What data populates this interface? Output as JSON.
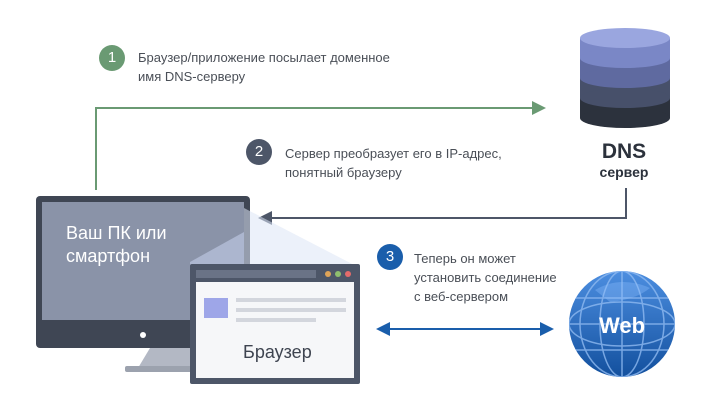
{
  "steps": [
    {
      "number": "1",
      "text": "Браузер/приложение посылает доменное\nимя DNS-серверу",
      "color": "#6a9a73"
    },
    {
      "number": "2",
      "text": "Сервер преобразует его в IP-адрес,\nпонятный браузеру",
      "color": "#4d5668"
    },
    {
      "number": "3",
      "text": "Теперь он может\nустановить соединение\nс веб-сервером",
      "color": "#1a5eab"
    }
  ],
  "pc": {
    "label": "Ваш ПК или\nсмартфон"
  },
  "browser": {
    "label": "Браузер"
  },
  "dns": {
    "title": "DNS",
    "subtitle": "сервер"
  },
  "web": {
    "label": "Web"
  },
  "colors": {
    "arrow_step1": "#6a9a73",
    "arrow_step2": "#4d5668",
    "arrow_step3": "#1a5eab",
    "monitor_frame": "#3f4654",
    "screen": "#8a93a8",
    "globe": "#1f63b5",
    "dns_top": "#8d9ad4"
  }
}
